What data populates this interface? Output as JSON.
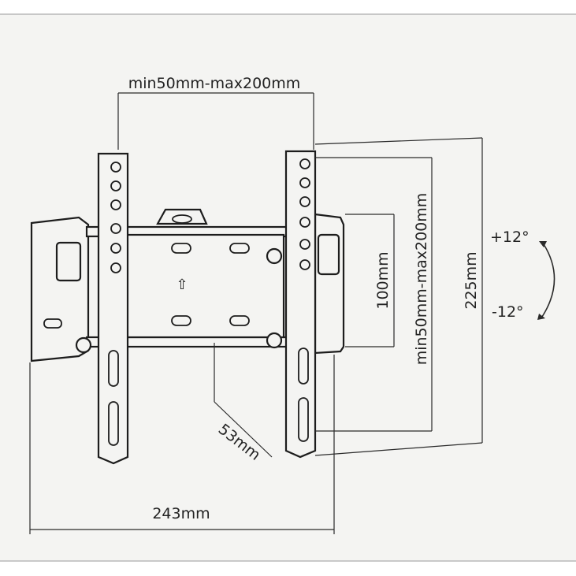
{
  "diagram": {
    "subject": "tilting TV wall mount bracket",
    "dimensions": {
      "top_width": "min50mm-max200mm",
      "inner_height": "100mm",
      "vertical_range": "min50mm-max200mm",
      "total_height": "225mm",
      "depth": "53mm",
      "total_width": "243mm"
    },
    "tilt": {
      "up": "+12°",
      "down": "-12°"
    },
    "icons": {
      "up_arrow": "⇧"
    },
    "colors": {
      "background": "#f4f4f2",
      "ink": "#1d1d1d"
    }
  }
}
